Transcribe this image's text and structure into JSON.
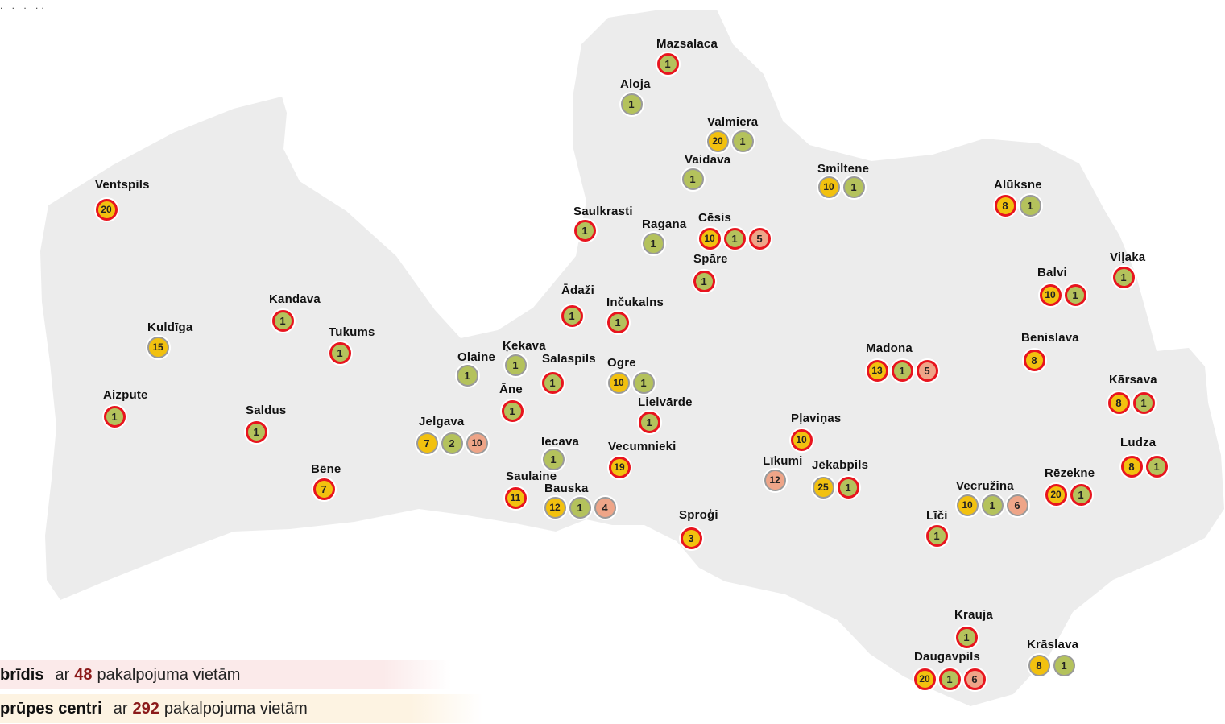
{
  "colors": {
    "land": "#ececec",
    "yellow": "#f2c10f",
    "green": "#b4c25c",
    "salmon": "#eea588",
    "red_ring": "#e8141e",
    "gray_ring": "#9a9a9a",
    "legend_num": "#8b1a1a",
    "legend_bg_1": "#fbeaea",
    "legend_bg_2": "#fdf3e2"
  },
  "top_marks": ". . . ..",
  "places": [
    {
      "name": "Mazsalaca",
      "badges": [
        {
          "v": "1",
          "c": "green",
          "r": "red"
        }
      ]
    },
    {
      "name": "Aloja",
      "badges": [
        {
          "v": "1",
          "c": "green",
          "r": "gray"
        }
      ]
    },
    {
      "name": "Valmiera",
      "badges": [
        {
          "v": "20",
          "c": "yellow",
          "r": "gray"
        },
        {
          "v": "1",
          "c": "green",
          "r": "gray"
        }
      ]
    },
    {
      "name": "Vaidava",
      "badges": [
        {
          "v": "1",
          "c": "green",
          "r": "gray"
        }
      ]
    },
    {
      "name": "Smiltene",
      "badges": [
        {
          "v": "10",
          "c": "yellow",
          "r": "gray"
        },
        {
          "v": "1",
          "c": "green",
          "r": "gray"
        }
      ]
    },
    {
      "name": "Alūksne",
      "badges": [
        {
          "v": "8",
          "c": "yellow",
          "r": "red"
        },
        {
          "v": "1",
          "c": "green",
          "r": "gray"
        }
      ]
    },
    {
      "name": "Ventspils",
      "badges": [
        {
          "v": "20",
          "c": "yellow",
          "r": "red"
        }
      ]
    },
    {
      "name": "Saulkrasti",
      "badges": [
        {
          "v": "1",
          "c": "green",
          "r": "red"
        }
      ]
    },
    {
      "name": "Ragana",
      "badges": [
        {
          "v": "1",
          "c": "green",
          "r": "gray"
        }
      ]
    },
    {
      "name": "Cēsis",
      "badges": [
        {
          "v": "10",
          "c": "yellow",
          "r": "red"
        },
        {
          "v": "1",
          "c": "green",
          "r": "red"
        },
        {
          "v": "5",
          "c": "salmon",
          "r": "red"
        }
      ]
    },
    {
      "name": "Spāre",
      "badges": [
        {
          "v": "1",
          "c": "green",
          "r": "red"
        }
      ]
    },
    {
      "name": "Viļaka",
      "badges": [
        {
          "v": "1",
          "c": "green",
          "r": "red"
        }
      ]
    },
    {
      "name": "Balvi",
      "badges": [
        {
          "v": "10",
          "c": "yellow",
          "r": "red"
        },
        {
          "v": "1",
          "c": "green",
          "r": "red"
        }
      ]
    },
    {
      "name": "Kandava",
      "badges": [
        {
          "v": "1",
          "c": "green",
          "r": "red"
        }
      ]
    },
    {
      "name": "Ādaži",
      "badges": [
        {
          "v": "1",
          "c": "green",
          "r": "red"
        }
      ]
    },
    {
      "name": "Inčukalns",
      "badges": [
        {
          "v": "1",
          "c": "green",
          "r": "red"
        }
      ]
    },
    {
      "name": "Kuldīga",
      "badges": [
        {
          "v": "15",
          "c": "yellow",
          "r": "gray"
        }
      ]
    },
    {
      "name": "Tukums",
      "badges": [
        {
          "v": "1",
          "c": "green",
          "r": "red"
        }
      ]
    },
    {
      "name": "Benislava",
      "badges": [
        {
          "v": "8",
          "c": "yellow",
          "r": "red"
        }
      ]
    },
    {
      "name": "Ķekava",
      "badges": [
        {
          "v": "1",
          "c": "green",
          "r": "gray"
        }
      ]
    },
    {
      "name": "Olaine",
      "badges": [
        {
          "v": "1",
          "c": "green",
          "r": "gray"
        }
      ]
    },
    {
      "name": "Salaspils",
      "badges": [
        {
          "v": "1",
          "c": "green",
          "r": "red"
        }
      ]
    },
    {
      "name": "Ogre",
      "badges": [
        {
          "v": "10",
          "c": "yellow",
          "r": "gray"
        },
        {
          "v": "1",
          "c": "green",
          "r": "gray"
        }
      ]
    },
    {
      "name": "Madona",
      "badges": [
        {
          "v": "13",
          "c": "yellow",
          "r": "red"
        },
        {
          "v": "1",
          "c": "green",
          "r": "red"
        },
        {
          "v": "5",
          "c": "salmon",
          "r": "red"
        }
      ]
    },
    {
      "name": "Kārsava",
      "badges": [
        {
          "v": "8",
          "c": "yellow",
          "r": "red"
        },
        {
          "v": "1",
          "c": "green",
          "r": "red"
        }
      ]
    },
    {
      "name": "Aizpute",
      "badges": [
        {
          "v": "1",
          "c": "green",
          "r": "red"
        }
      ]
    },
    {
      "name": "Āne",
      "badges": [
        {
          "v": "1",
          "c": "green",
          "r": "red"
        }
      ]
    },
    {
      "name": "Lielvārde",
      "badges": [
        {
          "v": "1",
          "c": "green",
          "r": "red"
        }
      ]
    },
    {
      "name": "Saldus",
      "badges": [
        {
          "v": "1",
          "c": "green",
          "r": "red"
        }
      ]
    },
    {
      "name": "Jelgava",
      "badges": [
        {
          "v": "7",
          "c": "yellow",
          "r": "gray"
        },
        {
          "v": "2",
          "c": "green",
          "r": "gray"
        },
        {
          "v": "10",
          "c": "salmon",
          "r": "gray"
        }
      ]
    },
    {
      "name": "Pļaviņas",
      "badges": [
        {
          "v": "10",
          "c": "yellow",
          "r": "red"
        }
      ]
    },
    {
      "name": "Ludza",
      "badges": [
        {
          "v": "8",
          "c": "yellow",
          "r": "red"
        },
        {
          "v": "1",
          "c": "green",
          "r": "red"
        }
      ]
    },
    {
      "name": "Iecava",
      "badges": [
        {
          "v": "1",
          "c": "green",
          "r": "gray"
        }
      ]
    },
    {
      "name": "Vecumnieki",
      "badges": [
        {
          "v": "19",
          "c": "yellow",
          "r": "red"
        }
      ]
    },
    {
      "name": "Līkumi",
      "badges": [
        {
          "v": "12",
          "c": "salmon",
          "r": "gray"
        }
      ]
    },
    {
      "name": "Jēkabpils",
      "badges": [
        {
          "v": "25",
          "c": "yellow",
          "r": "gray"
        },
        {
          "v": "1",
          "c": "green",
          "r": "red"
        }
      ]
    },
    {
      "name": "Bēne",
      "badges": [
        {
          "v": "7",
          "c": "yellow",
          "r": "red"
        }
      ]
    },
    {
      "name": "Saulaine",
      "badges": [
        {
          "v": "11",
          "c": "yellow",
          "r": "red"
        }
      ]
    },
    {
      "name": "Bauska",
      "badges": [
        {
          "v": "12",
          "c": "yellow",
          "r": "gray"
        },
        {
          "v": "1",
          "c": "green",
          "r": "gray"
        },
        {
          "v": "4",
          "c": "salmon",
          "r": "gray"
        }
      ]
    },
    {
      "name": "Vecružina",
      "badges": [
        {
          "v": "10",
          "c": "yellow",
          "r": "gray"
        },
        {
          "v": "1",
          "c": "green",
          "r": "gray"
        },
        {
          "v": "6",
          "c": "salmon",
          "r": "gray"
        }
      ]
    },
    {
      "name": "Rēzekne",
      "badges": [
        {
          "v": "20",
          "c": "yellow",
          "r": "red"
        },
        {
          "v": "1",
          "c": "green",
          "r": "red"
        }
      ]
    },
    {
      "name": "Sproģi",
      "badges": [
        {
          "v": "3",
          "c": "yellow",
          "r": "red"
        }
      ]
    },
    {
      "name": "Līči",
      "badges": [
        {
          "v": "1",
          "c": "green",
          "r": "red"
        }
      ]
    },
    {
      "name": "Krauja",
      "badges": [
        {
          "v": "1",
          "c": "green",
          "r": "red"
        }
      ]
    },
    {
      "name": "Krāslava",
      "badges": [
        {
          "v": "8",
          "c": "yellow",
          "r": "gray"
        },
        {
          "v": "1",
          "c": "green",
          "r": "gray"
        }
      ]
    },
    {
      "name": "Daugavpils",
      "badges": [
        {
          "v": "20",
          "c": "yellow",
          "r": "red"
        },
        {
          "v": "1",
          "c": "green",
          "r": "red"
        },
        {
          "v": "6",
          "c": "salmon",
          "r": "red"
        }
      ]
    }
  ],
  "legend": [
    {
      "label": "brīdis",
      "pre": "ar",
      "num": "48",
      "post": "pakalpojuma vietām"
    },
    {
      "label": "prūpes centri",
      "pre": "ar",
      "num": "292",
      "post": "pakalpojuma vietām"
    }
  ]
}
